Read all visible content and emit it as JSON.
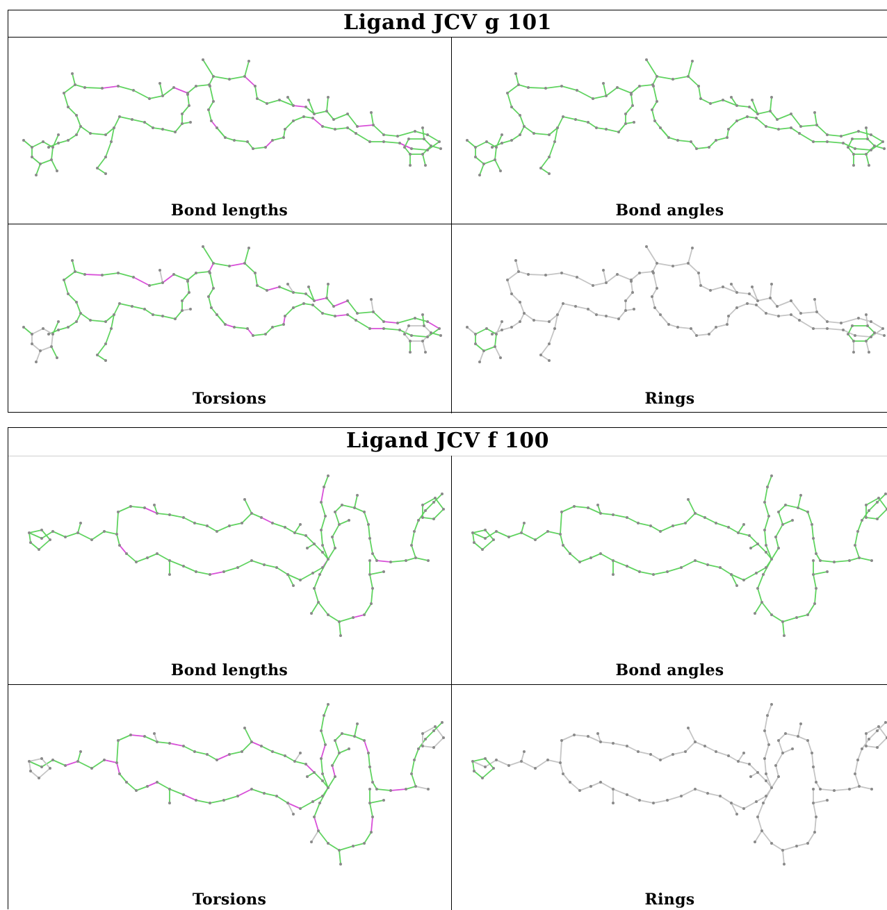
{
  "colors": {
    "ok_bond": "#5fd35f",
    "flag_bond": "#d84ed8",
    "neutral_bond": "#c4c4c4",
    "atom": "#8a8a8a"
  },
  "ligands": [
    {
      "title": "Ligand JCV g 101",
      "panels": [
        {
          "caption": "Bond lengths",
          "scheme": "lengths"
        },
        {
          "caption": "Bond angles",
          "scheme": "angles"
        },
        {
          "caption": "Torsions",
          "scheme": "torsions"
        },
        {
          "caption": "Rings",
          "scheme": "rings"
        }
      ]
    },
    {
      "title": "Ligand JCV f 100",
      "panels": [
        {
          "caption": "Bond lengths",
          "scheme": "lengths"
        },
        {
          "caption": "Bond angles",
          "scheme": "angles"
        },
        {
          "caption": "Torsions",
          "scheme": "torsions"
        },
        {
          "caption": "Rings",
          "scheme": "rings"
        }
      ]
    }
  ]
}
